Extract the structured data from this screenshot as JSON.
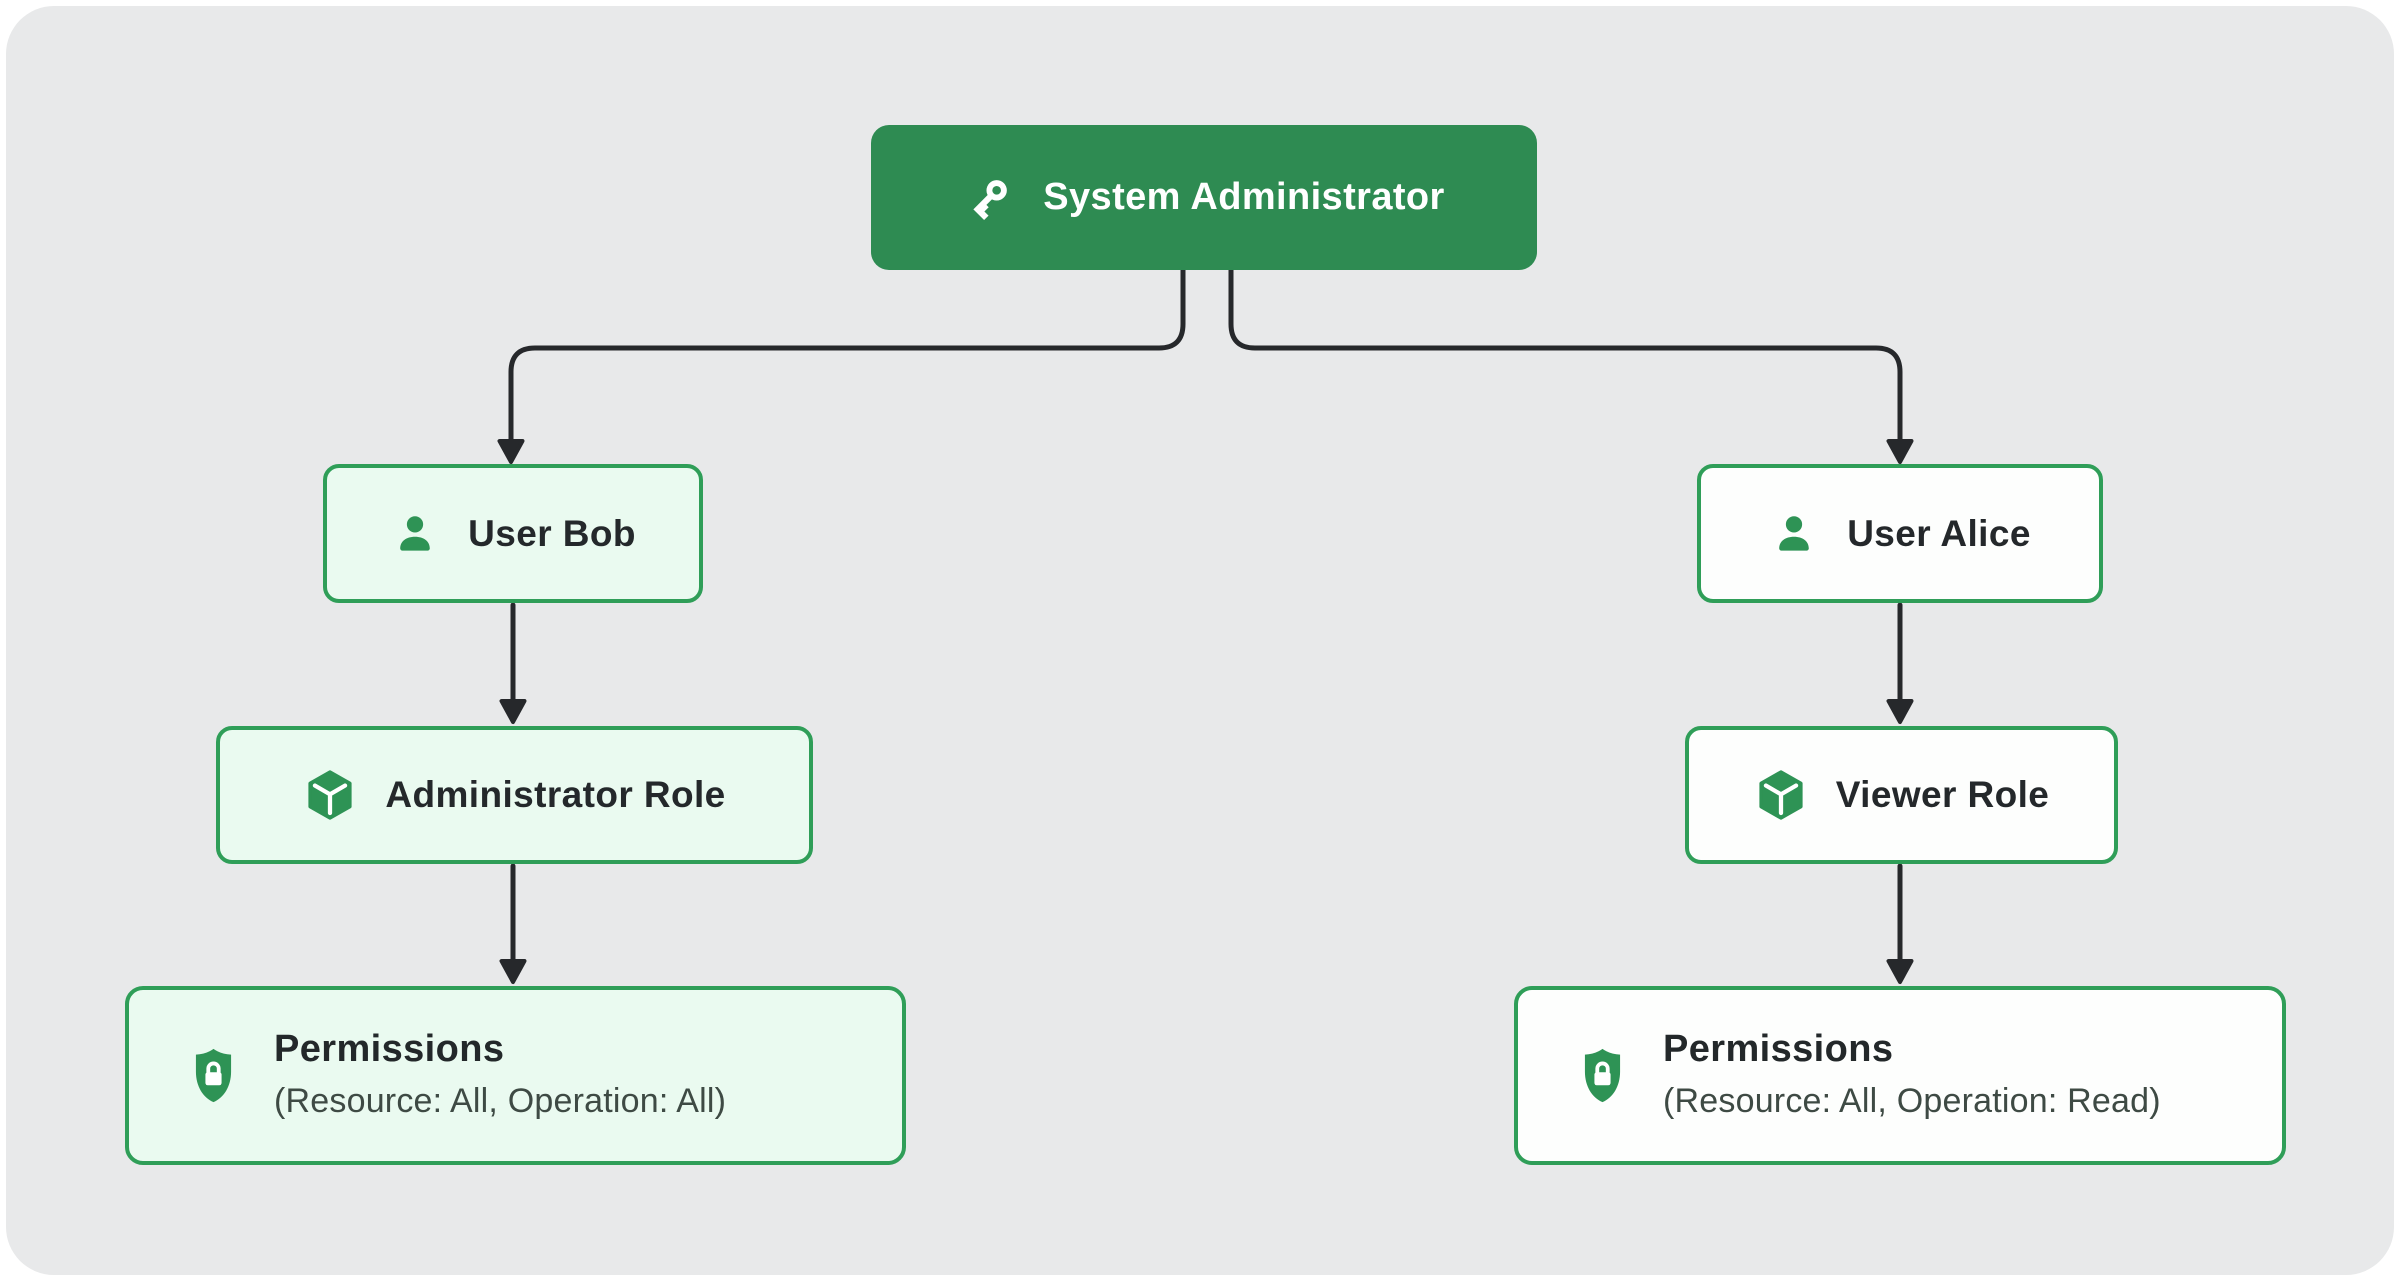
{
  "diagram": {
    "type": "rbac-hierarchy",
    "colors": {
      "canvas_background": "#e8e9ea",
      "page_background": "#ffffff",
      "primary_green": "#2e8b52",
      "border_green": "#2f9e58",
      "icon_green": "#2e9355",
      "mint_fill": "#eafaf0",
      "white_fill": "#fdfefd",
      "connector": "#26282b",
      "label_text": "#24282b",
      "subtitle_text": "#3e4a44"
    },
    "nodes": {
      "system_administrator": {
        "label": "System Administrator",
        "icon": "key-icon",
        "style": "solid-green"
      },
      "user_bob": {
        "label": "User Bob",
        "icon": "user-icon",
        "style": "mint-outlined"
      },
      "user_alice": {
        "label": "User Alice",
        "icon": "user-icon",
        "style": "white-outlined"
      },
      "administrator_role": {
        "label": "Administrator Role",
        "icon": "cube-icon",
        "style": "mint-outlined"
      },
      "viewer_role": {
        "label": "Viewer Role",
        "icon": "cube-icon",
        "style": "white-outlined"
      },
      "permissions_admin": {
        "title": "Permissions",
        "subtitle": "(Resource: All, Operation: All)",
        "icon": "shield-lock-icon",
        "style": "mint-outlined"
      },
      "permissions_viewer": {
        "title": "Permissions",
        "subtitle": "(Resource: All, Operation: Read)",
        "icon": "shield-lock-icon",
        "style": "white-outlined"
      }
    },
    "edges": [
      {
        "from": "system_administrator",
        "to": "user_bob"
      },
      {
        "from": "system_administrator",
        "to": "user_alice"
      },
      {
        "from": "user_bob",
        "to": "administrator_role"
      },
      {
        "from": "administrator_role",
        "to": "permissions_admin"
      },
      {
        "from": "user_alice",
        "to": "viewer_role"
      },
      {
        "from": "viewer_role",
        "to": "permissions_viewer"
      }
    ]
  }
}
